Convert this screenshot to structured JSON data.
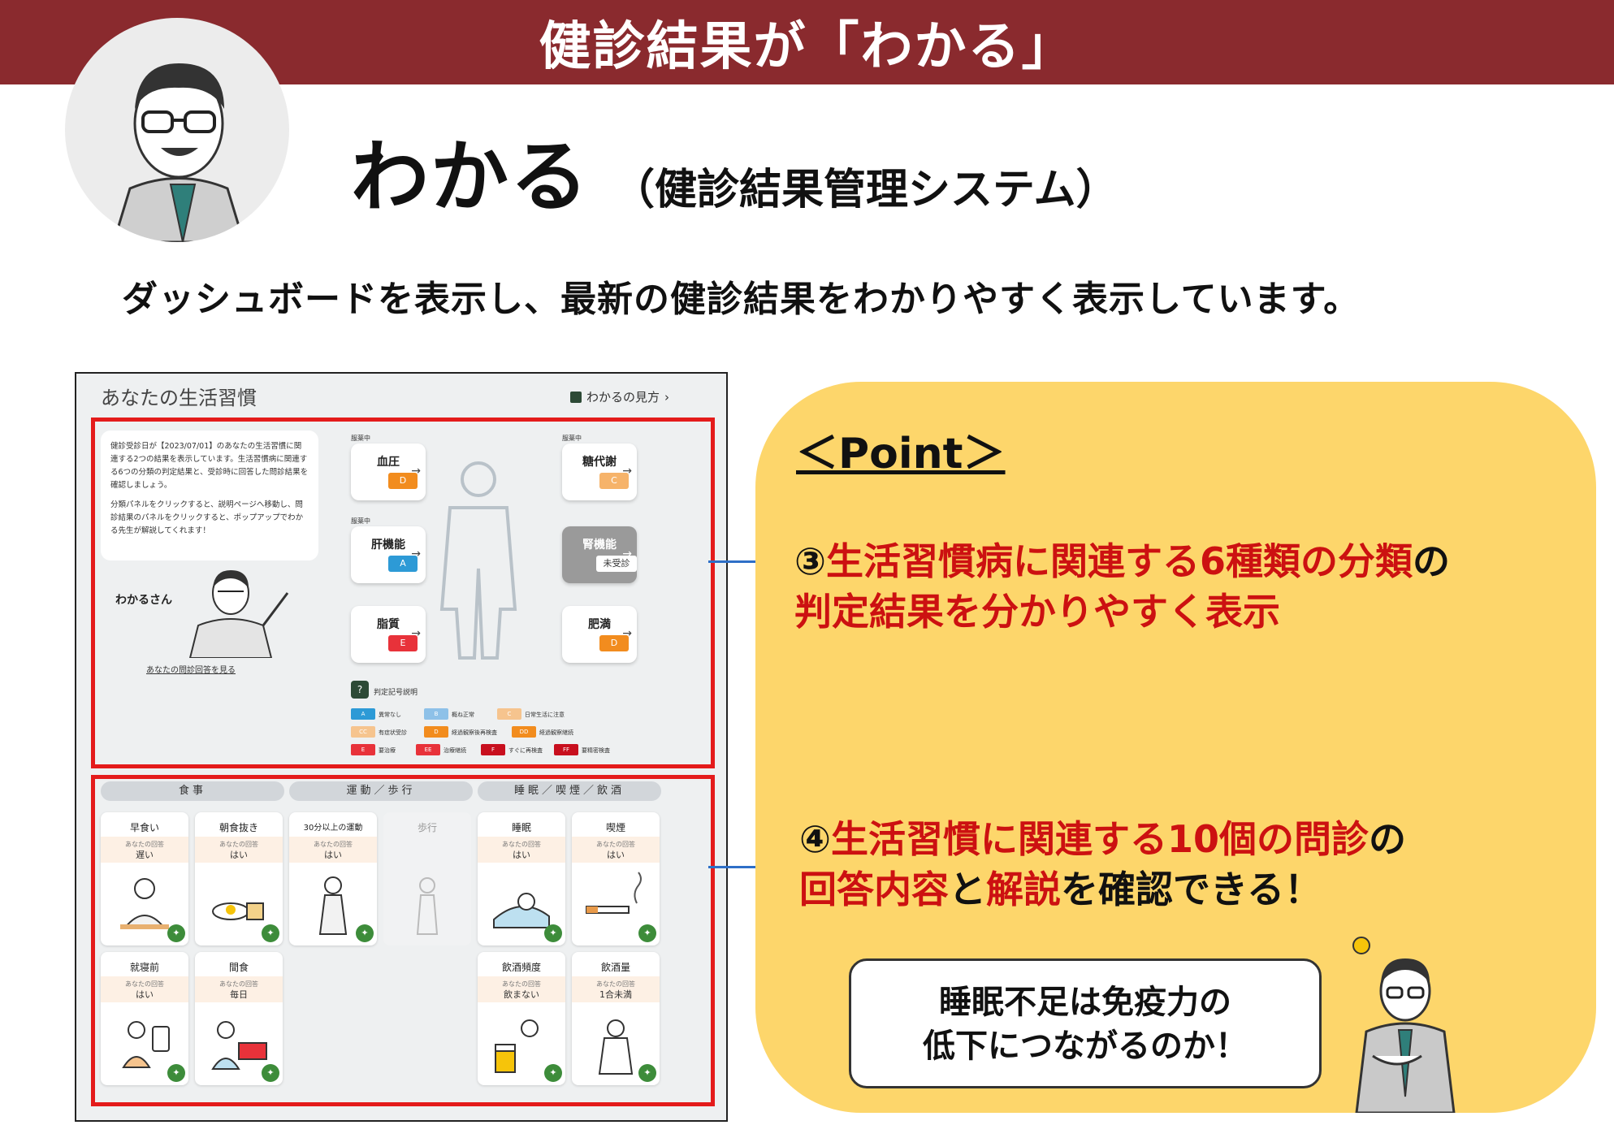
{
  "banner": {
    "title": "健診結果が「わかる」"
  },
  "header": {
    "title": "わかる",
    "subtitle": "（健診結果管理システム）"
  },
  "lead": "ダッシュボードを表示し、最新の健診結果をわかりやすく表示しています。",
  "panel": {
    "title": "あなたの生活習慣",
    "howto": "わかるの見方",
    "intro": [
      "健診受診日が【2023/07/01】のあなたの生活習慣に関連する2つの結果を表示しています。生活習慣病に関連する6つの分類の判定結果と、受診時に回答した問診結果を確認しましょう。",
      "分類パネルをクリックすると、説明ページへ移動し、問診結果のパネルをクリックすると、ポップアップでわかる先生が解説してくれます！"
    ],
    "character_name": "わかるさん",
    "answers_link": "あなたの問診回答を見る",
    "treatment_tag": "服薬中",
    "categories": [
      {
        "name": "血圧",
        "grade": "D",
        "color": "#f28c1e"
      },
      {
        "name": "糖代謝",
        "grade": "C",
        "color": "#f6b36a"
      },
      {
        "name": "肝機能",
        "grade": "A",
        "color": "#2d9ad6"
      },
      {
        "name": "腎機能",
        "grade": "未受診",
        "color": "#ffffff"
      },
      {
        "name": "脂質",
        "grade": "E",
        "color": "#e8323a"
      },
      {
        "name": "肥満",
        "grade": "D",
        "color": "#f28c1e"
      }
    ],
    "legend_title": "判定記号説明",
    "legend": [
      {
        "code": "A",
        "label": "異常なし",
        "color": "#2d9ad6"
      },
      {
        "code": "B",
        "label": "概ね正常",
        "color": "#8ec1e8"
      },
      {
        "code": "C",
        "label": "日常生活に注意",
        "color": "#f6c48e"
      },
      {
        "code": "CC",
        "label": "有症状受診",
        "color": "#f6c48e"
      },
      {
        "code": "D",
        "label": "経過観察後再検査",
        "color": "#f28c1e"
      },
      {
        "code": "DD",
        "label": "経過観察継続",
        "color": "#f28c1e"
      },
      {
        "code": "E",
        "label": "要治療",
        "color": "#e8323a"
      },
      {
        "code": "EE",
        "label": "治療継続",
        "color": "#e8323a"
      },
      {
        "code": "F",
        "label": "すぐに再検査",
        "color": "#c80f1e"
      },
      {
        "code": "FF",
        "label": "要精密検査",
        "color": "#c80f1e"
      }
    ],
    "tabs": [
      "食事",
      "運動／歩行",
      "睡眠／喫煙／飲酒"
    ],
    "answer_caption": "あなたの回答",
    "questions": [
      {
        "q": "早食い",
        "a": "遅い"
      },
      {
        "q": "朝食抜き",
        "a": "はい"
      },
      {
        "q": "30分以上の運動",
        "a": "はい"
      },
      {
        "q": "歩行",
        "a": ""
      },
      {
        "q": "睡眠",
        "a": "はい"
      },
      {
        "q": "喫煙",
        "a": "はい"
      },
      {
        "q": "就寝前",
        "a": "はい"
      },
      {
        "q": "間食",
        "a": "毎日"
      },
      {
        "q": "飲酒頻度",
        "a": "飲まない"
      },
      {
        "q": "飲酒量",
        "a": "1合未満"
      }
    ]
  },
  "point": {
    "heading": "＜Point＞",
    "p3_num": "③",
    "p3_red1": "生活習慣病に関連する6種類の分類",
    "p3_black1": "の",
    "p3_red2": "判定結果を分かりやすく表示",
    "p4_num": "④",
    "p4_red1": "生活習慣に関連する10個の問診",
    "p4_black1": "の",
    "p4_red2": "回答内容",
    "p4_black2": "と",
    "p4_red3": "解説",
    "p4_black3": "を確認できる！"
  },
  "bubble": {
    "line1": "睡眠不足は免疫力の",
    "line2": "低下につながるのか！"
  },
  "colors": {
    "banner": "#8a2a2e",
    "accent_red": "#cc1111",
    "yellow": "#fdd66b",
    "frame_red": "#e41b1b"
  }
}
